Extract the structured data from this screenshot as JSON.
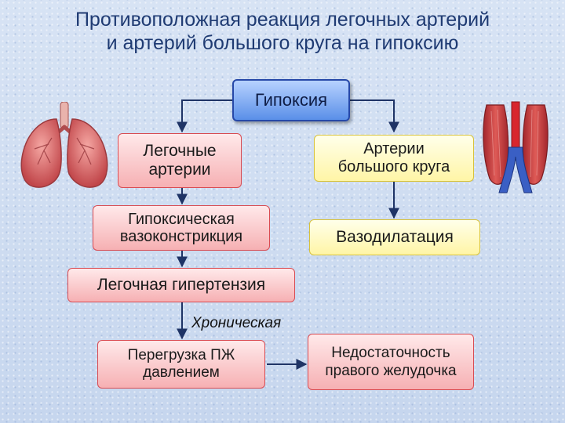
{
  "title": {
    "line1": "Противоположная реакция легочных артерий",
    "line2": "и артерий большого круга на гипоксию"
  },
  "nodes": {
    "hypoxia": "Гипоксия",
    "pulmonary_arteries": "Легочные\nартерии",
    "systemic_arteries": "Артерии\nбольшого круга",
    "hypoxic_vasoconstriction": "Гипоксическая\nвазоконстрикция",
    "vasodilation": "Вазодилатация",
    "pulmonary_hypertension": "Легочная гипертензия",
    "rv_pressure_overload": "Перегрузка ПЖ\nдавлением",
    "rv_failure": "Недостаточность\nправого желудочка"
  },
  "edge_labels": {
    "chronic": "Хроническая"
  },
  "colors": {
    "title": "#1f3b73",
    "arrow": "#1f3466",
    "red_border": "#d84b52",
    "yellow_border": "#d8c23a",
    "blue_border": "#2648a8"
  },
  "icons": {
    "left": "lungs-icon",
    "right": "leg-muscle-vessels-icon"
  }
}
